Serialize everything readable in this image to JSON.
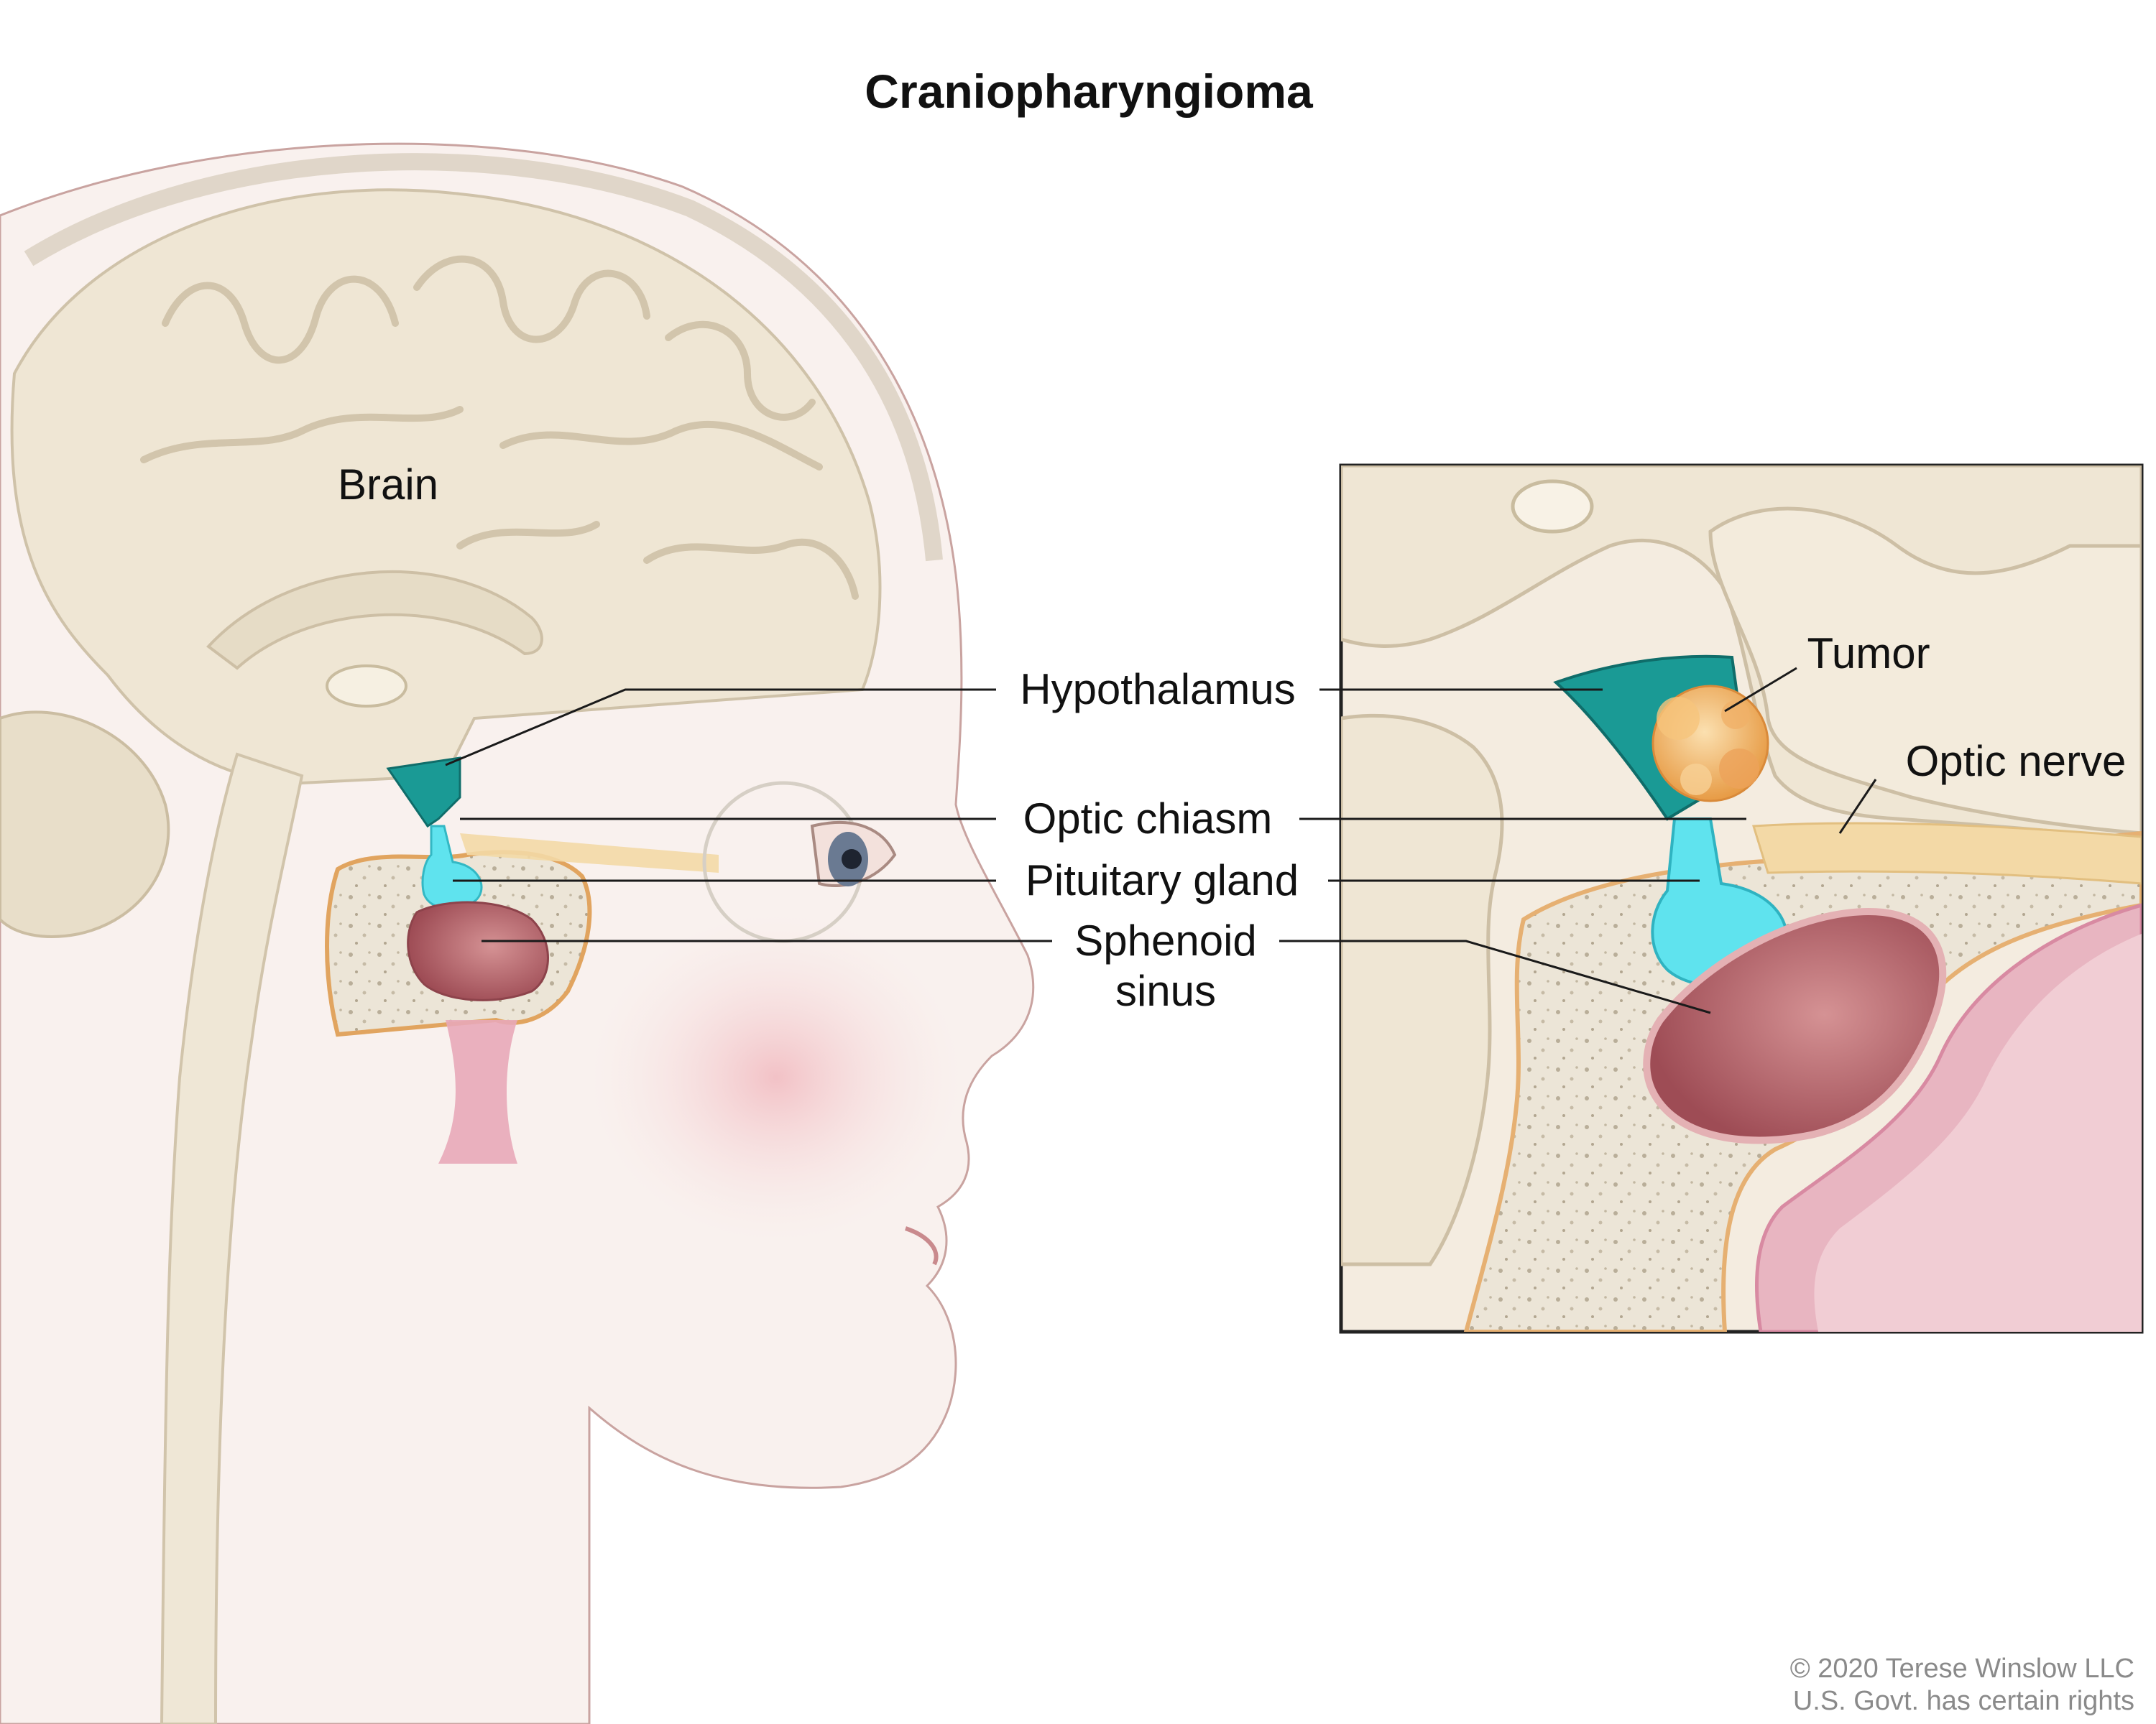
{
  "title": "Craniopharyngioma",
  "labels": {
    "brain": "Brain",
    "hypothalamus": "Hypothalamus",
    "optic_chiasm": "Optic chiasm",
    "pituitary_gland": "Pituitary gland",
    "sphenoid_sinus_line1": "Sphenoid",
    "sphenoid_sinus_line2": "sinus",
    "tumor": "Tumor",
    "optic_nerve": "Optic nerve"
  },
  "credit": {
    "line1": "© 2020 Terese Winslow LLC",
    "line2": "U.S. Govt. has certain rights"
  },
  "colors": {
    "brain": "#efe6d4",
    "brain_shadow": "#d8ccb5",
    "skin": "#f8eeea",
    "cheek": "#f3c9c9",
    "hypothalamus": "#1a9a95",
    "pituitary": "#5fe3ee",
    "sinus": "#b8666c",
    "bone": "#e9e2d4",
    "tumor": "#f2b766",
    "optic_nerve": "#f3d9a6",
    "mucosa": "#e8a8b8"
  }
}
